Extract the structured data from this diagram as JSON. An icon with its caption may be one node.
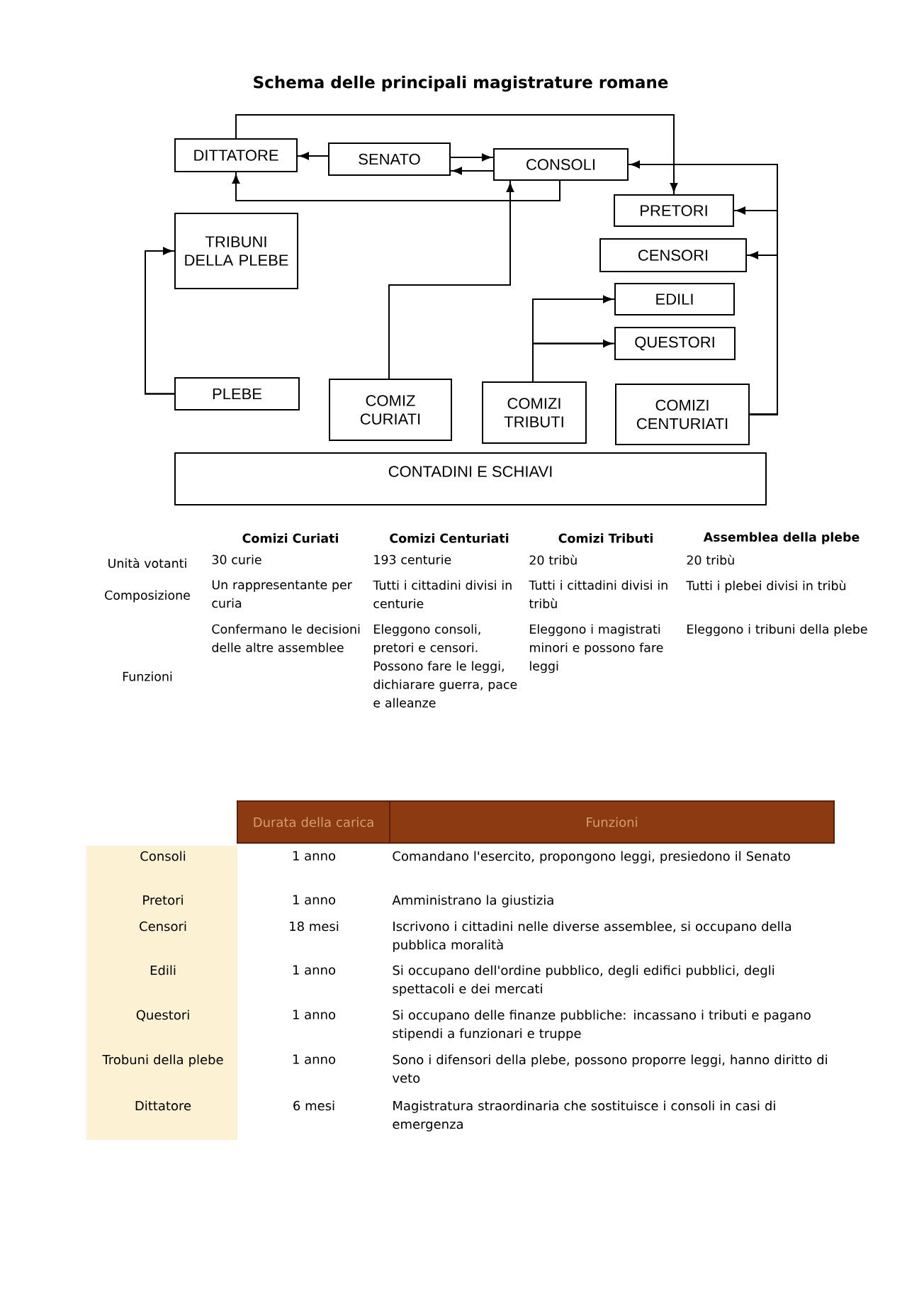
{
  "diagram": {
    "title": "Schema delle principali magistrature romane",
    "nodes": [
      {
        "text": [
          "DITTATORE"
        ]
      },
      {
        "text": [
          "SENATO"
        ]
      },
      {
        "text": [
          "CONSOLI"
        ]
      },
      {
        "text": [
          "TRIBUNI DELLA PLEBE"
        ]
      },
      {
        "text": [
          "PRETORI"
        ]
      },
      {
        "text": [
          "CENSORI"
        ]
      },
      {
        "text": [
          "EDILI"
        ]
      },
      {
        "text": [
          "QUESTORI"
        ]
      },
      {
        "text": [
          "PLEBE"
        ]
      },
      {
        "text": [
          "COMIZ CURIATI"
        ]
      },
      {
        "text": [
          "COMIZI TRIBUTI"
        ]
      },
      {
        "text": [
          "COMIZI CENTURIATI"
        ]
      },
      {
        "text": [
          "CONTADINI E SCHIAVI"
        ]
      }
    ],
    "edges": [
      {
        "from": 1,
        "to": 0,
        "arrow": "to"
      },
      {
        "from": 1,
        "to": 2,
        "arrow": "to"
      },
      {
        "from": 2,
        "to": 1,
        "arrow": "to"
      },
      {
        "from": 2,
        "to": 0,
        "arrow": "to"
      },
      {
        "from": 0,
        "to": 4,
        "arrow": "to"
      },
      {
        "from": 9,
        "to": 2,
        "arrow": "to"
      },
      {
        "from": 10,
        "to": 6,
        "arrow": "to"
      },
      {
        "from": 10,
        "to": 7,
        "arrow": "to"
      },
      {
        "from": 11,
        "to": 2,
        "arrow": "to"
      },
      {
        "from": 11,
        "to": 4,
        "arrow": "to"
      },
      {
        "from": 11,
        "to": 5,
        "arrow": "to"
      },
      {
        "from": 8,
        "to": 3,
        "arrow": "to"
      }
    ],
    "labels": [
      "Comizi Curiati",
      "Comizi Centuriati",
      "Comizi Tributi",
      "Assemblea della plebe",
      "Unità votanti",
      "30 curie",
      "193 centurie",
      "20 tribù",
      "20 tribù",
      "Composizione",
      "Un rappresentante per curia",
      "Tutti i cittadini divisi in centurie",
      "Tutti i cittadini divisi in tribù",
      "Tutti i plebei divisi in tribù",
      "Funzioni",
      "Confermano le decisioni delle altre assemblee",
      "Eleggono consoli, pretori e censori. Possono fare le leggi, dichiarare guerra, pace e alleanze",
      "Eleggono i magistrati minori e possono fare leggi",
      "Eleggono i tribuni della plebe",
      "Durata della carica",
      "Funzioni",
      "Consoli",
      "1 anno",
      "Comandano l'esercito, propongono leggi, presiedono il Senato",
      "Pretori",
      "1 anno",
      "Amministrano la giustizia",
      "Censori",
      "18 mesi",
      "Iscrivono i cittadini nelle diverse assemblee, si occupano della pubblica moralità",
      "Edili",
      "1 anno",
      "Si occupano dell'ordine pubblico, degli edifici pubblici, degli spettacoli e dei mercati",
      "Questori",
      "1 anno",
      "Si occupano delle finanze pubbliche: incassano i tributi e pagano stipendi a funzionari e truppe",
      "Trobuni della plebe",
      "1 anno",
      "Sono i difensori della plebe, possono proporre leggi, hanno diritto di veto",
      "Dittatore",
      "6 mesi",
      "Magistratura straordinaria che sostituisce i consoli in casi di emergenza"
    ]
  }
}
